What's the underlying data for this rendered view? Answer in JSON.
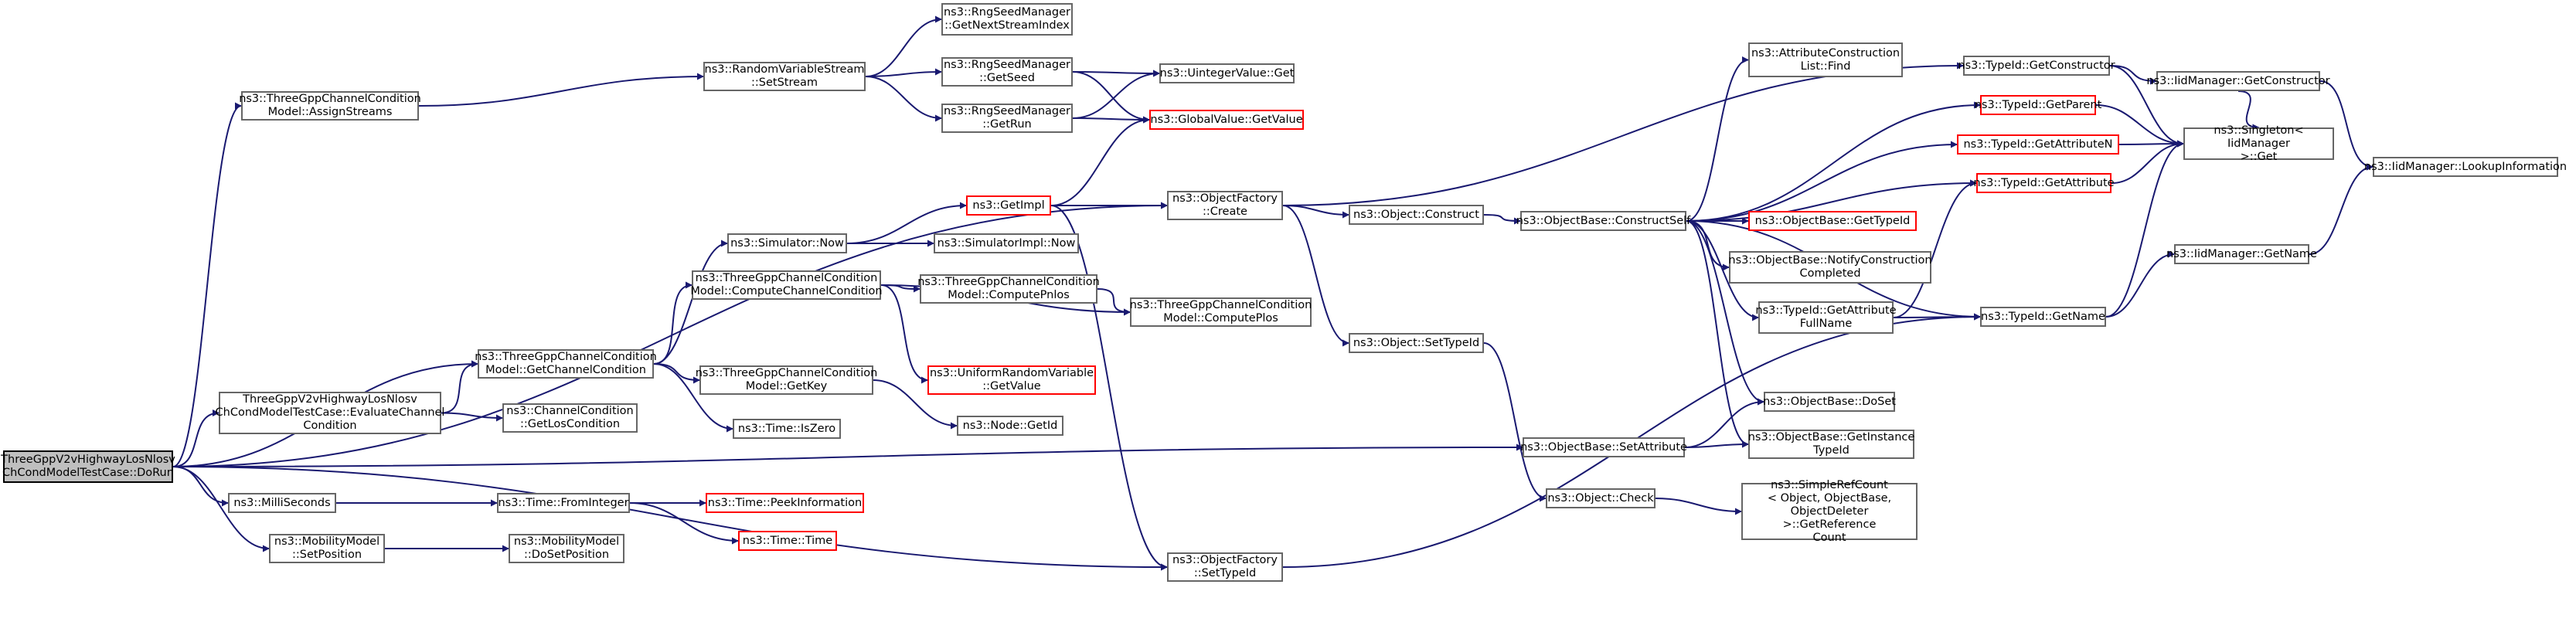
{
  "graph": {
    "edge_color": "#191970",
    "node_border": "#666666",
    "truncated_border": "#ff0000",
    "root_fill": "#bfbfbf",
    "nodes": [
      {
        "id": "root",
        "label": "ThreeGppV2vHighwayLosNlosv\nChCondModelTestCase::DoRun",
        "root": true
      },
      {
        "id": "assign",
        "label": "ns3::ThreeGppChannelCondition\nModel::AssignStreams"
      },
      {
        "id": "setStream",
        "label": "ns3::RandomVariableStream\n::SetStream"
      },
      {
        "id": "nextStream",
        "label": "ns3::RngSeedManager\n::GetNextStreamIndex"
      },
      {
        "id": "getSeed",
        "label": "ns3::RngSeedManager\n::GetSeed"
      },
      {
        "id": "getRun",
        "label": "ns3::RngSeedManager\n::GetRun"
      },
      {
        "id": "uintGet",
        "label": "ns3::UintegerValue::Get"
      },
      {
        "id": "globalGet",
        "label": "ns3::GlobalValue::GetValue",
        "truncated": true
      },
      {
        "id": "getImpl",
        "label": "ns3::GetImpl",
        "truncated": true
      },
      {
        "id": "ofCreate",
        "label": "ns3::ObjectFactory\n::Create"
      },
      {
        "id": "simNow",
        "label": "ns3::Simulator::Now"
      },
      {
        "id": "simImplNow",
        "label": "ns3::SimulatorImpl::Now"
      },
      {
        "id": "getCC",
        "label": "ns3::ThreeGppChannelCondition\nModel::GetChannelCondition"
      },
      {
        "id": "evalCC",
        "label": "ThreeGppV2vHighwayLosNlosv\nChCondModelTestCase::EvaluateChannel\nCondition"
      },
      {
        "id": "compCC",
        "label": "ns3::ThreeGppChannelCondition\nModel::ComputeChannelCondition"
      },
      {
        "id": "compPnlos",
        "label": "ns3::ThreeGppChannelCondition\nModel::ComputePnlos"
      },
      {
        "id": "compPlos",
        "label": "ns3::ThreeGppChannelCondition\nModel::ComputePlos"
      },
      {
        "id": "uniformGet",
        "label": "ns3::UniformRandomVariable\n::GetValue",
        "truncated": true
      },
      {
        "id": "getKey",
        "label": "ns3::ThreeGppChannelCondition\nModel::GetKey"
      },
      {
        "id": "nodeGetId",
        "label": "ns3::Node::GetId"
      },
      {
        "id": "getLos",
        "label": "ns3::ChannelCondition\n::GetLosCondition"
      },
      {
        "id": "timeZero",
        "label": "ns3::Time::IsZero"
      },
      {
        "id": "objConstruct",
        "label": "ns3::Object::Construct"
      },
      {
        "id": "objSetTypeId",
        "label": "ns3::Object::SetTypeId"
      },
      {
        "id": "constructSelf",
        "label": "ns3::ObjectBase::ConstructSelf"
      },
      {
        "id": "attrListFind",
        "label": "ns3::AttributeConstruction\nList::Find"
      },
      {
        "id": "getBaseTypeId",
        "label": "ns3::ObjectBase::GetTypeId",
        "truncated": true
      },
      {
        "id": "notifyConst",
        "label": "ns3::ObjectBase::NotifyConstruction\nCompleted"
      },
      {
        "id": "getAttrFull",
        "label": "ns3::TypeId::GetAttribute\nFullName"
      },
      {
        "id": "doSet",
        "label": "ns3::ObjectBase::DoSet"
      },
      {
        "id": "getInstTypeId",
        "label": "ns3::ObjectBase::GetInstance\nTypeId"
      },
      {
        "id": "setAttribute",
        "label": "ns3::ObjectBase::SetAttribute"
      },
      {
        "id": "objCheck",
        "label": "ns3::Object::Check"
      },
      {
        "id": "refCount",
        "label": "ns3::SimpleRefCount\n< Object, ObjectBase,\nObjectDeleter >::GetReference\nCount"
      },
      {
        "id": "milli",
        "label": "ns3::MilliSeconds"
      },
      {
        "id": "fromInt",
        "label": "ns3::Time::FromInteger"
      },
      {
        "id": "peekInfo",
        "label": "ns3::Time::PeekInformation",
        "truncated": true
      },
      {
        "id": "timeTime",
        "label": "ns3::Time::Time",
        "truncated": true
      },
      {
        "id": "mmSetPos",
        "label": "ns3::MobilityModel\n::SetPosition"
      },
      {
        "id": "mmDoSetPos",
        "label": "ns3::MobilityModel\n::DoSetPosition"
      },
      {
        "id": "ofSetTypeId",
        "label": "ns3::ObjectFactory\n::SetTypeId"
      },
      {
        "id": "tidGetCons",
        "label": "ns3::TypeId::GetConstructor"
      },
      {
        "id": "tidGetParent",
        "label": "ns3::TypeId::GetParent",
        "truncated": true
      },
      {
        "id": "tidGetAttrN",
        "label": "ns3::TypeId::GetAttributeN",
        "truncated": true
      },
      {
        "id": "tidGetAttr",
        "label": "ns3::TypeId::GetAttribute",
        "truncated": true
      },
      {
        "id": "tidGetName",
        "label": "ns3::TypeId::GetName"
      },
      {
        "id": "iidGetCons",
        "label": "ns3::IidManager::GetConstructor"
      },
      {
        "id": "singletonGet",
        "label": "ns3::Singleton< IidManager\n>::Get"
      },
      {
        "id": "iidLookup",
        "label": "ns3::IidManager::LookupInformation"
      },
      {
        "id": "iidGetName",
        "label": "ns3::IidManager::GetName"
      }
    ],
    "edges": [
      [
        "root",
        "assign"
      ],
      [
        "root",
        "ofCreate"
      ],
      [
        "root",
        "getCC"
      ],
      [
        "root",
        "evalCC"
      ],
      [
        "root",
        "setAttribute"
      ],
      [
        "root",
        "milli"
      ],
      [
        "root",
        "mmSetPos"
      ],
      [
        "root",
        "ofSetTypeId"
      ],
      [
        "assign",
        "setStream"
      ],
      [
        "setStream",
        "nextStream"
      ],
      [
        "setStream",
        "getSeed"
      ],
      [
        "setStream",
        "getRun"
      ],
      [
        "getSeed",
        "uintGet"
      ],
      [
        "getSeed",
        "globalGet"
      ],
      [
        "getRun",
        "uintGet"
      ],
      [
        "getRun",
        "globalGet"
      ],
      [
        "getImpl",
        "globalGet"
      ],
      [
        "getImpl",
        "ofCreate"
      ],
      [
        "getImpl",
        "ofSetTypeId"
      ],
      [
        "simNow",
        "getImpl"
      ],
      [
        "simNow",
        "simImplNow"
      ],
      [
        "getCC",
        "simNow"
      ],
      [
        "getCC",
        "compCC"
      ],
      [
        "getCC",
        "getKey"
      ],
      [
        "getCC",
        "timeZero"
      ],
      [
        "evalCC",
        "getCC"
      ],
      [
        "evalCC",
        "getLos"
      ],
      [
        "compCC",
        "compPnlos"
      ],
      [
        "compCC",
        "compPlos"
      ],
      [
        "compCC",
        "uniformGet"
      ],
      [
        "compPnlos",
        "compPlos"
      ],
      [
        "getKey",
        "nodeGetId"
      ],
      [
        "ofCreate",
        "objConstruct"
      ],
      [
        "ofCreate",
        "objSetTypeId"
      ],
      [
        "ofCreate",
        "tidGetCons"
      ],
      [
        "objConstruct",
        "constructSelf"
      ],
      [
        "objSetTypeId",
        "objCheck"
      ],
      [
        "constructSelf",
        "attrListFind"
      ],
      [
        "constructSelf",
        "tidGetParent"
      ],
      [
        "constructSelf",
        "tidGetAttrN"
      ],
      [
        "constructSelf",
        "tidGetAttr"
      ],
      [
        "constructSelf",
        "getBaseTypeId"
      ],
      [
        "constructSelf",
        "notifyConst"
      ],
      [
        "constructSelf",
        "getAttrFull"
      ],
      [
        "constructSelf",
        "doSet"
      ],
      [
        "constructSelf",
        "getInstTypeId"
      ],
      [
        "constructSelf",
        "tidGetName"
      ],
      [
        "getAttrFull",
        "tidGetAttr"
      ],
      [
        "getAttrFull",
        "tidGetName"
      ],
      [
        "setAttribute",
        "doSet"
      ],
      [
        "setAttribute",
        "getInstTypeId"
      ],
      [
        "objCheck",
        "refCount"
      ],
      [
        "milli",
        "fromInt"
      ],
      [
        "fromInt",
        "peekInfo"
      ],
      [
        "fromInt",
        "timeTime"
      ],
      [
        "mmSetPos",
        "mmDoSetPos"
      ],
      [
        "ofSetTypeId",
        "tidGetName"
      ],
      [
        "tidGetCons",
        "iidGetCons"
      ],
      [
        "tidGetCons",
        "singletonGet"
      ],
      [
        "iidGetCons",
        "singletonGet"
      ],
      [
        "iidGetCons",
        "iidLookup"
      ],
      [
        "tidGetParent",
        "singletonGet"
      ],
      [
        "tidGetAttrN",
        "singletonGet"
      ],
      [
        "tidGetAttr",
        "singletonGet"
      ],
      [
        "tidGetName",
        "singletonGet"
      ],
      [
        "tidGetName",
        "iidGetName"
      ],
      [
        "iidGetName",
        "iidLookup"
      ]
    ]
  }
}
